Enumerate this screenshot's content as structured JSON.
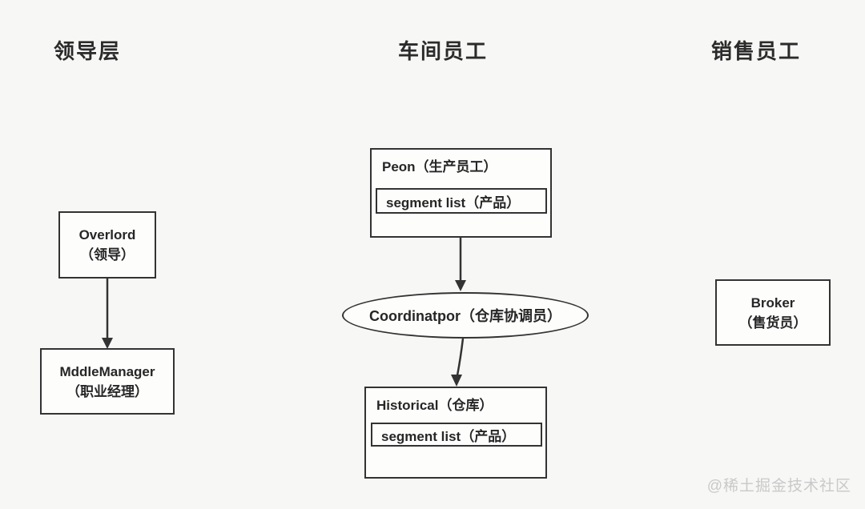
{
  "columns": [
    {
      "label": "领导层"
    },
    {
      "label": "车间员工"
    },
    {
      "label": "销售员工"
    }
  ],
  "nodes": {
    "overlord": {
      "name": "Overlord",
      "annotation": "（领导）"
    },
    "mddle_manager": {
      "name": "MddleManager",
      "annotation": "（职业经理）"
    },
    "peon": {
      "title": "Peon（生产员工）",
      "segment_list": "segment list（产品）"
    },
    "coordinator": {
      "label": "Coordinatpor（仓库协调员）"
    },
    "historical": {
      "title": "Historical（仓库）",
      "segment_list": "segment list（产品）"
    },
    "broker": {
      "name": "Broker",
      "annotation": "（售货员）"
    }
  },
  "watermark": "@稀土掘金技术社区",
  "colors": {
    "background": "#f7f7f5",
    "node_fill": "#fdfdfc",
    "stroke": "#333333",
    "text": "#262626",
    "watermark": "#c9c9c9"
  }
}
